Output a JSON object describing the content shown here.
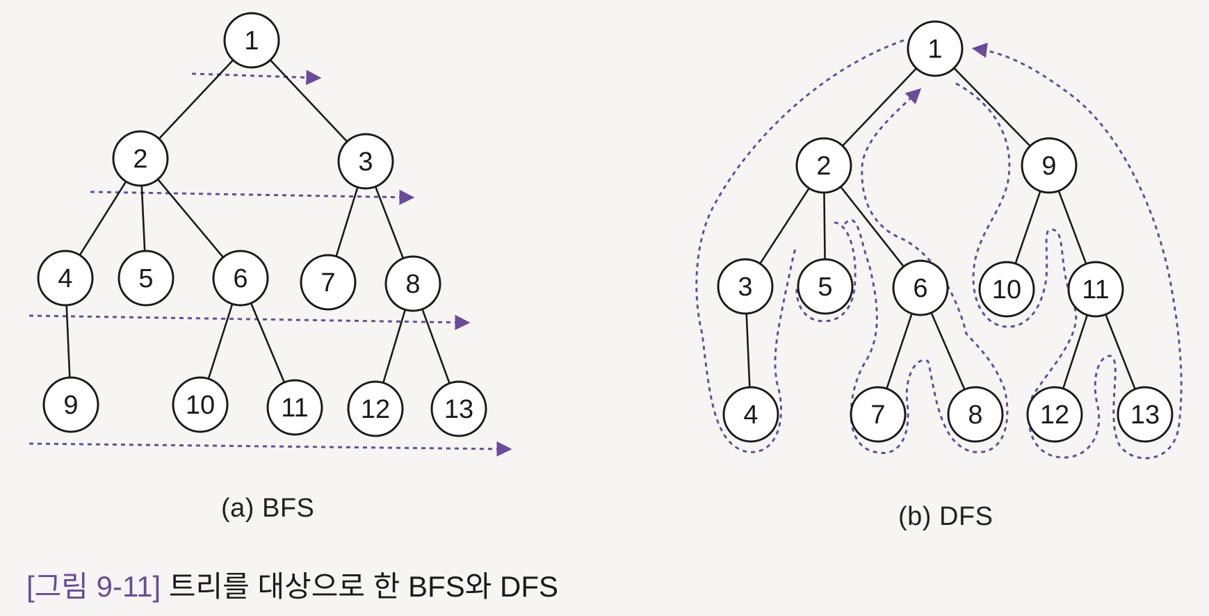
{
  "colors": {
    "accent": "#6a4a9a",
    "ink": "#1a1a1a",
    "paper": "#f6f5f3"
  },
  "bfs": {
    "label": "(a) BFS",
    "nodes": [
      "1",
      "2",
      "3",
      "4",
      "5",
      "6",
      "7",
      "8",
      "9",
      "10",
      "11",
      "12",
      "13"
    ],
    "edges": [
      [
        "1",
        "2"
      ],
      [
        "1",
        "3"
      ],
      [
        "2",
        "4"
      ],
      [
        "2",
        "5"
      ],
      [
        "2",
        "6"
      ],
      [
        "3",
        "7"
      ],
      [
        "3",
        "8"
      ],
      [
        "4",
        "9"
      ],
      [
        "6",
        "10"
      ],
      [
        "6",
        "11"
      ],
      [
        "8",
        "12"
      ],
      [
        "8",
        "13"
      ]
    ]
  },
  "dfs": {
    "label": "(b) DFS",
    "nodes": [
      "1",
      "2",
      "3",
      "4",
      "5",
      "6",
      "7",
      "8",
      "9",
      "10",
      "11",
      "12",
      "13"
    ],
    "edges": [
      [
        "1",
        "2"
      ],
      [
        "1",
        "9"
      ],
      [
        "2",
        "3"
      ],
      [
        "2",
        "5"
      ],
      [
        "2",
        "6"
      ],
      [
        "3",
        "4"
      ],
      [
        "6",
        "7"
      ],
      [
        "6",
        "8"
      ],
      [
        "9",
        "10"
      ],
      [
        "9",
        "11"
      ],
      [
        "11",
        "12"
      ],
      [
        "11",
        "13"
      ]
    ]
  },
  "caption": {
    "prefix": "[그림 9-11]",
    "text": " 트리를 대상으로 한 BFS와 DFS"
  }
}
